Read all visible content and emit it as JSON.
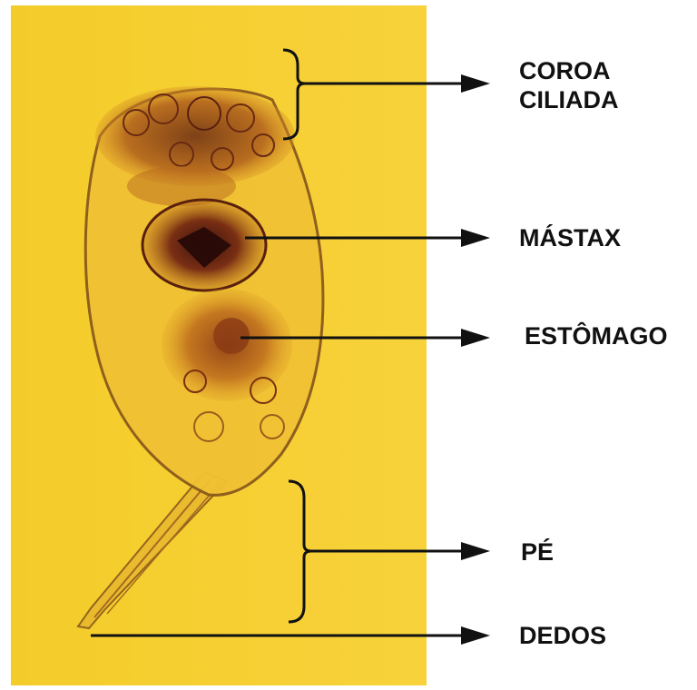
{
  "labels": {
    "coroa_line1": "COROA",
    "coroa_line2": "CILIADA",
    "mastax": "MÁSTAX",
    "estomago": "ESTÔMAGO",
    "pe": "PÉ",
    "dedos": "DEDOS"
  },
  "colors": {
    "background_panel": "#f6cf2c",
    "specimen_outline": "#7a4a1a",
    "specimen_dark": "#4a1c10",
    "specimen_mid": "#a0541e",
    "lines": "#111111"
  }
}
